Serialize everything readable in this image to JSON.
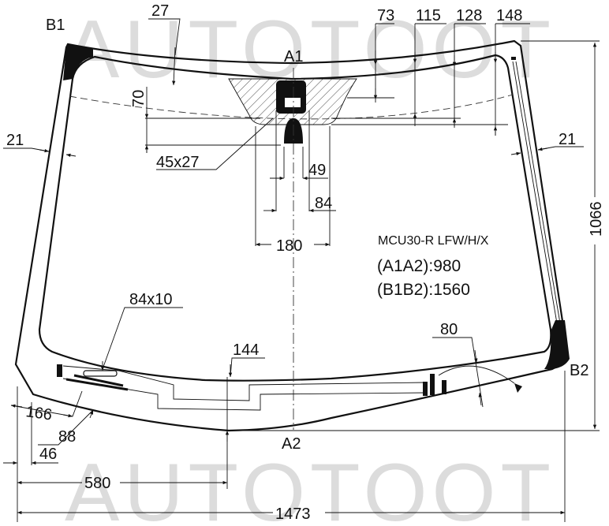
{
  "watermark": {
    "top": "AUTOTOOT",
    "bottom": "AUTOTOOT",
    "color": "#dcdcdc"
  },
  "points": {
    "a1": "A1",
    "a2": "A2",
    "b1": "B1",
    "b2": "B2"
  },
  "info": {
    "model": "MCU30-R LFW/H/X",
    "a1a2": "(A1A2):980",
    "b1b2": "(B1B2):1560"
  },
  "dimensions": {
    "top_band": "27",
    "d73": "73",
    "d115": "115",
    "d128": "128",
    "d148": "148",
    "d70": "70",
    "left_edge": "21",
    "right_edge": "21",
    "sensor": "45x27",
    "d49": "49",
    "d84": "84",
    "d180": "180",
    "height": "1066",
    "heater": "84x10",
    "d144": "144",
    "d80": "80",
    "d166": "166",
    "d88": "88",
    "d46": "46",
    "d580": "580",
    "width": "1473"
  }
}
